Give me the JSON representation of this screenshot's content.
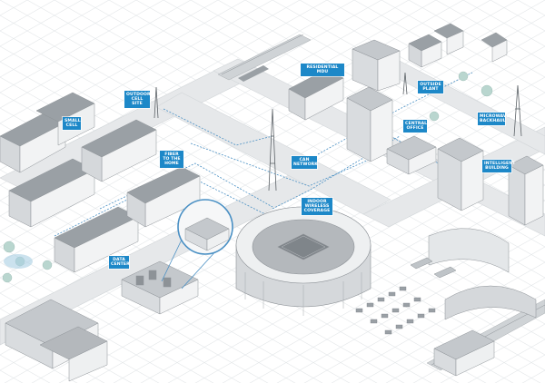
{
  "labels": {
    "residential_mdu": "RESIDENTIAL MDU",
    "outdoor_cell_site": "OUTDOOR CELL SITE",
    "small_cell": "SMALL CELL",
    "fiber_to_home": "FIBER TO THE HOME",
    "outside_plant": "OUTSIDE PLANT",
    "central_office": "CENTRAL OFFICE",
    "microwave_backhaul": "MICROWAVE BACKHAUL",
    "intelligent_building": "INTELLIGENT BUILDING",
    "can_network": "CAN NETWORK",
    "indoor_wireless_coverage": "INDOOR WIRELESS COVERAGE",
    "data_center": "DATA CENTER"
  },
  "colors": {
    "label_bg": "#1d88c8",
    "fiber_line": "#4a90c4",
    "road": "#e3e6e8",
    "building_light": "#f2f3f4",
    "building_mid": "#d5d8db",
    "building_dark": "#b4b8bc",
    "roof": "#8d9297",
    "grid": "#e6e8ea"
  }
}
